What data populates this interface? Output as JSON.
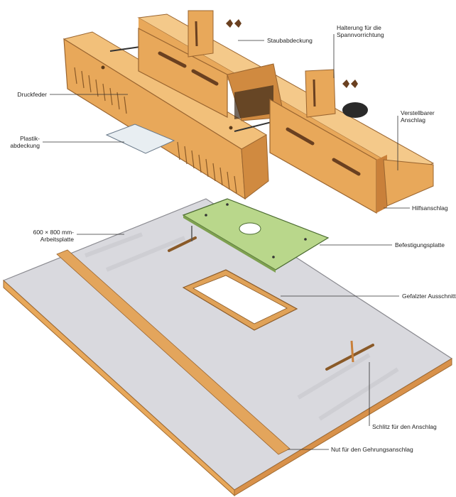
{
  "labels": {
    "druckfeder": "Druckfeder",
    "plastik_l1": "Plastik-",
    "plastik_l2": "abdeckung",
    "staubabdeckung": "Staubabdeckung",
    "halterung_l1": "Halterung für die",
    "halterung_l2": "Spannvorrichtung",
    "verstellbarer_l1": "Verstellbarer",
    "verstellbarer_l2": "Anschlag",
    "hilfsanschlag": "Hilfsanschlag",
    "arbeitsplatte_l1": "600 × 800 mm-",
    "arbeitsplatte_l2": "Arbeitsplatte",
    "befestigungsplatte": "Befestigungsplatte",
    "gefalzter_ausschnitt": "Gefalzter Ausschnitt",
    "schlitz": "Schlitz für den Anschlag",
    "nut": "Nut für den Gehrungsanschlag"
  },
  "colors": {
    "wood": "#e8a85a",
    "wood_dark": "#c9803a",
    "wood_light": "#f4c98a",
    "table_top": "#d8d8dc",
    "plate": "#b8d68a",
    "leader": "#333333"
  }
}
